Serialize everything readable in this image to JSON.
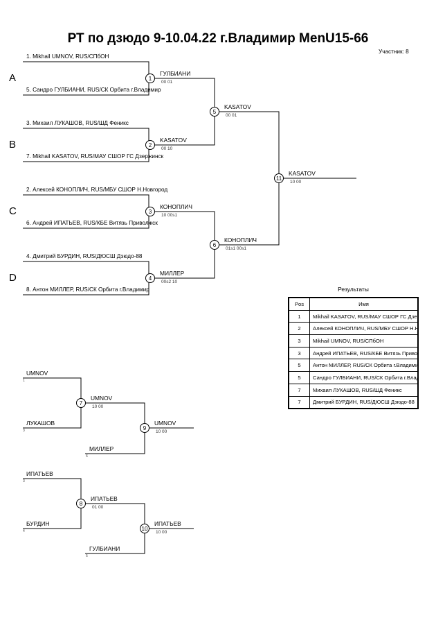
{
  "title": "РТ по дзюдо  9-10.04.22  г.Владимир   MenU15-66",
  "participants": "Участник: 8",
  "pools": [
    "A",
    "B",
    "C",
    "D"
  ],
  "entries": [
    "1. Mikhail UMNOV, RUS/СПбОН",
    "5. Сандро ГУЛБИАНИ, RUS/СК Орбита г.Владимир",
    "3. Михаил ЛУКАШОВ, RUS/ШД Феникс",
    "7. Mikhail KASATOV, RUS/МАУ СШОР ГС Дзержинск",
    "2. Алексей КОНОПЛИЧ, RUS/МБУ СШОР Н.Новгород",
    "6. Андрей ИПАТЬЕВ, RUS/КБЕ Витязь Приволжск",
    "4. Дмитрий БУРДИН, RUS/ДЮСШ Дзюдо-88",
    "8. Антон МИЛЛЕР, RUS/СК Орбита г.Владимир"
  ],
  "main_matches": [
    {
      "num": "1",
      "winner": "ГУЛБИАНИ",
      "score": "00   01"
    },
    {
      "num": "2",
      "winner": "KASATOV",
      "score": "00   10"
    },
    {
      "num": "3",
      "winner": "КОНОПЛИЧ",
      "score": "10   00s1"
    },
    {
      "num": "4",
      "winner": "МИЛЛЕР",
      "score": "00s2   10"
    },
    {
      "num": "5",
      "winner": "KASATOV",
      "score": "00   01"
    },
    {
      "num": "6",
      "winner": "КОНОПЛИЧ",
      "score": "01s1   00s1"
    },
    {
      "num": "11",
      "winner": "KASATOV",
      "score": "10   00"
    }
  ],
  "repechage": {
    "entries": [
      {
        "name": "UMNOV",
        "seed": "1"
      },
      {
        "name": "ЛУКАШОВ",
        "seed": "3"
      },
      {
        "name": "МИЛЛЕР",
        "seed": "6"
      },
      {
        "name": "ИПАТЬЕВ",
        "seed": "3"
      },
      {
        "name": "БУРДИН",
        "seed": "4"
      },
      {
        "name": "ГУЛБИАНИ",
        "seed": "5"
      }
    ],
    "matches": [
      {
        "num": "7",
        "winner": "UMNOV",
        "score": "10   00"
      },
      {
        "num": "9",
        "winner": "UMNOV",
        "score": "10   00"
      },
      {
        "num": "8",
        "winner": "ИПАТЬЕВ",
        "score": "01   00"
      },
      {
        "num": "10",
        "winner": "ИПАТЬЕВ",
        "score": "10   00"
      }
    ]
  },
  "results": {
    "title": "Результаты",
    "header": {
      "pos": "Pos",
      "name": "Имя"
    },
    "rows": [
      {
        "pos": "1",
        "name": "Mikhail KASATOV, RUS/МАУ СШОР ГС Дзержинск"
      },
      {
        "pos": "2",
        "name": "Алексей КОНОПЛИЧ, RUS/МБУ СШОР Н.Новгород"
      },
      {
        "pos": "3",
        "name": "Mikhail UMNOV, RUS/СПбОН"
      },
      {
        "pos": "3",
        "name": "Андрей ИПАТЬЕВ, RUS/КБЕ Витязь Приволжск"
      },
      {
        "pos": "5",
        "name": "Антон МИЛЛЕР, RUS/СК Орбита г.Владимир"
      },
      {
        "pos": "5",
        "name": "Сандро ГУЛБИАНИ, RUS/СК Орбита г.Владимир"
      },
      {
        "pos": "7",
        "name": "Михаил ЛУКАШОВ, RUS/ШД Феникс"
      },
      {
        "pos": "7",
        "name": "Дмитрий БУРДИН, RUS/ДЮСШ Дзюдо-88"
      }
    ]
  }
}
